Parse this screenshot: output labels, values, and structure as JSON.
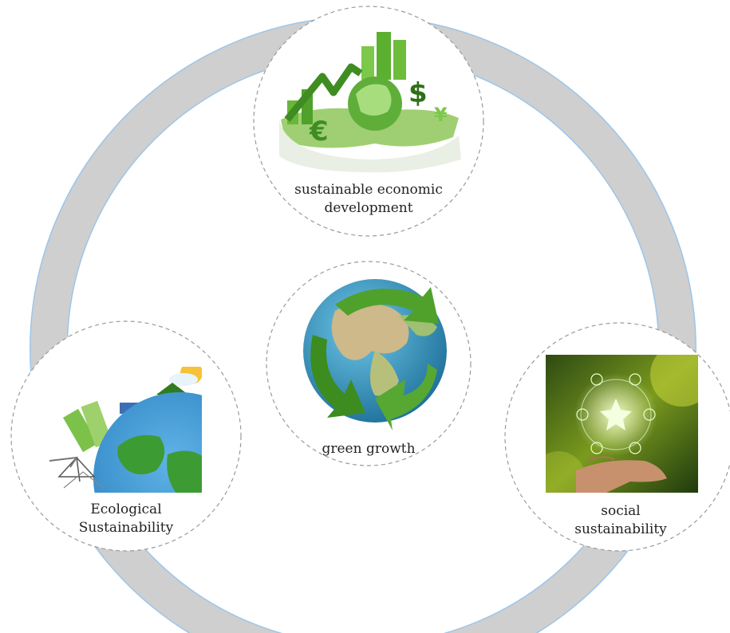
{
  "diagram": {
    "nodes": {
      "economic": {
        "label_lines": [
          "sustainable economic",
          "development"
        ],
        "image_icon": "economy-growth-icon"
      },
      "center": {
        "label_lines": [
          "green growth"
        ],
        "image_icon": "recycling-globe-icon"
      },
      "ecological": {
        "label_lines": [
          "Ecological",
          "Sustainability"
        ],
        "image_icon": "eco-city-globe-icon"
      },
      "social": {
        "label_lines": [
          "social",
          "sustainability"
        ],
        "image_icon": "hand-network-icon"
      }
    },
    "colors": {
      "ring_fill": "#cfcfcf",
      "ring_edge": "#9cc6ea",
      "node_border": "#9a9a9a",
      "green_dark": "#2f7d1f",
      "green_light": "#7ec850",
      "ocean": "#3f9bd2"
    }
  }
}
